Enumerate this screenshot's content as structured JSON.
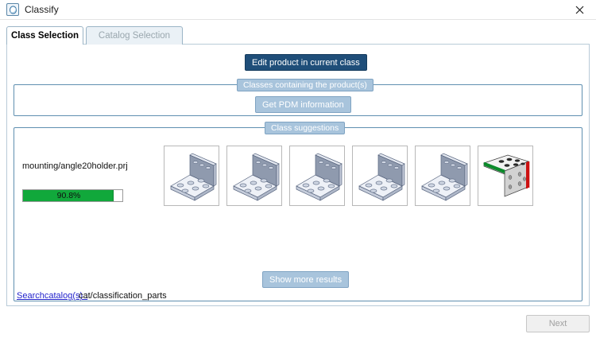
{
  "window": {
    "title": "Classify",
    "icon": "classify-icon",
    "close_icon": "close-icon"
  },
  "tabs": [
    {
      "label": "Class Selection",
      "active": true
    },
    {
      "label": "Catalog Selection",
      "active": false
    }
  ],
  "actions": {
    "edit_product": "Edit product in current class",
    "get_pdm": "Get PDM information",
    "show_more": "Show more results",
    "next": "Next"
  },
  "groups": {
    "classes_containing": "Classes containing the product(s)",
    "class_suggestions": "Class suggestions"
  },
  "result": {
    "name": "mounting/angle20holder.prj",
    "confidence_label": "90.8%",
    "confidence_value": 90.8,
    "bar_color": "#11a83b"
  },
  "thumbnails": [
    {
      "name": "angle-bracket-thumb-1",
      "variant": "gray"
    },
    {
      "name": "angle-bracket-thumb-2",
      "variant": "gray"
    },
    {
      "name": "angle-bracket-thumb-3",
      "variant": "gray"
    },
    {
      "name": "angle-bracket-thumb-4",
      "variant": "gray"
    },
    {
      "name": "angle-bracket-thumb-5",
      "variant": "gray"
    },
    {
      "name": "angle-bracket-thumb-6",
      "variant": "colored-edges"
    }
  ],
  "footer": {
    "search_link": "Searchcatalog(s) :",
    "catalog_path": "cat/classification_parts"
  },
  "colors": {
    "accent_dark": "#1f4e79",
    "accent_light": "#a8c4dc",
    "group_border": "#5f8fb0",
    "link": "#2222cc"
  }
}
